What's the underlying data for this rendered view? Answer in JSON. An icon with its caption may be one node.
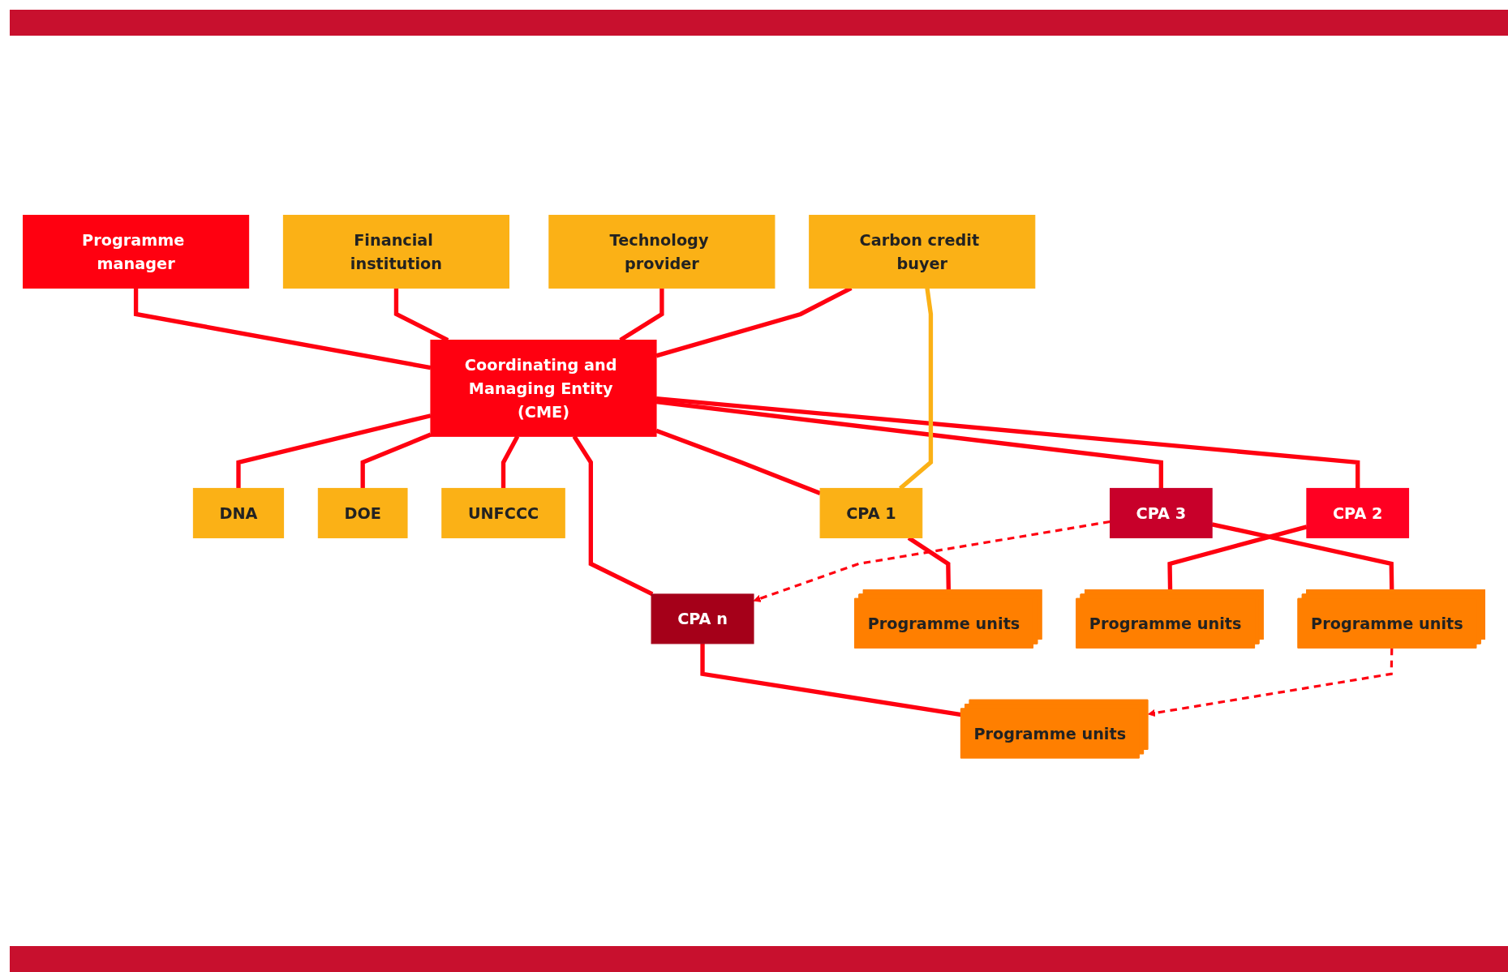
{
  "diagram": {
    "nodes": [
      {
        "text": [
          "Programme manager"
        ]
      },
      {
        "text": [
          "Coordinating and Managing Entity (CME)"
        ]
      },
      {
        "text": [
          "Financial institution"
        ]
      },
      {
        "text": [
          "Technology provider"
        ]
      },
      {
        "text": [
          "Carbon credit buyer"
        ]
      },
      {
        "text": [
          "DNA"
        ]
      },
      {
        "text": [
          "DOE"
        ]
      },
      {
        "text": [
          "UNFCCC"
        ]
      },
      {
        "text": [
          "CPA 1"
        ]
      },
      {
        "text": [
          "CPA 2"
        ]
      },
      {
        "text": [
          "CPA 3"
        ]
      },
      {
        "text": [
          "CPA n"
        ]
      },
      {
        "text": [
          "Programme units"
        ]
      },
      {
        "text": [
          "Programme units"
        ]
      },
      {
        "text": [
          "Programme units"
        ]
      },
      {
        "text": [
          "Programme units"
        ]
      },
      {
        "text": [],
        "shape": "bar"
      },
      {
        "text": [],
        "shape": "bar"
      }
    ],
    "edges": [
      {
        "from": 0,
        "to": 1,
        "arrow": "none"
      },
      {
        "from": 2,
        "to": 1,
        "arrow": "none"
      },
      {
        "from": 3,
        "to": 1,
        "arrow": "none"
      },
      {
        "from": 4,
        "to": 1,
        "arrow": "none"
      },
      {
        "from": 1,
        "to": 5,
        "arrow": "none"
      },
      {
        "from": 1,
        "to": 6,
        "arrow": "none"
      },
      {
        "from": 1,
        "to": 7,
        "arrow": "none"
      },
      {
        "from": 1,
        "to": 8,
        "arrow": "none"
      },
      {
        "from": 1,
        "to": 9,
        "arrow": "none"
      },
      {
        "from": 1,
        "to": 10,
        "arrow": "none"
      },
      {
        "from": 1,
        "to": 11,
        "arrow": "none"
      },
      {
        "from": 4,
        "to": 8,
        "arrow": "none",
        "color": "#fbb116"
      },
      {
        "from": 10,
        "to": 11,
        "arrow": "to",
        "style": "dashed"
      },
      {
        "from": 8,
        "to": 12,
        "arrow": "none"
      },
      {
        "from": 9,
        "to": 13,
        "arrow": "none"
      },
      {
        "from": 10,
        "to": 14,
        "arrow": "none"
      },
      {
        "from": 11,
        "to": 15,
        "arrow": "none"
      },
      {
        "from": 14,
        "to": 15,
        "arrow": "to",
        "style": "dashed"
      }
    ]
  }
}
